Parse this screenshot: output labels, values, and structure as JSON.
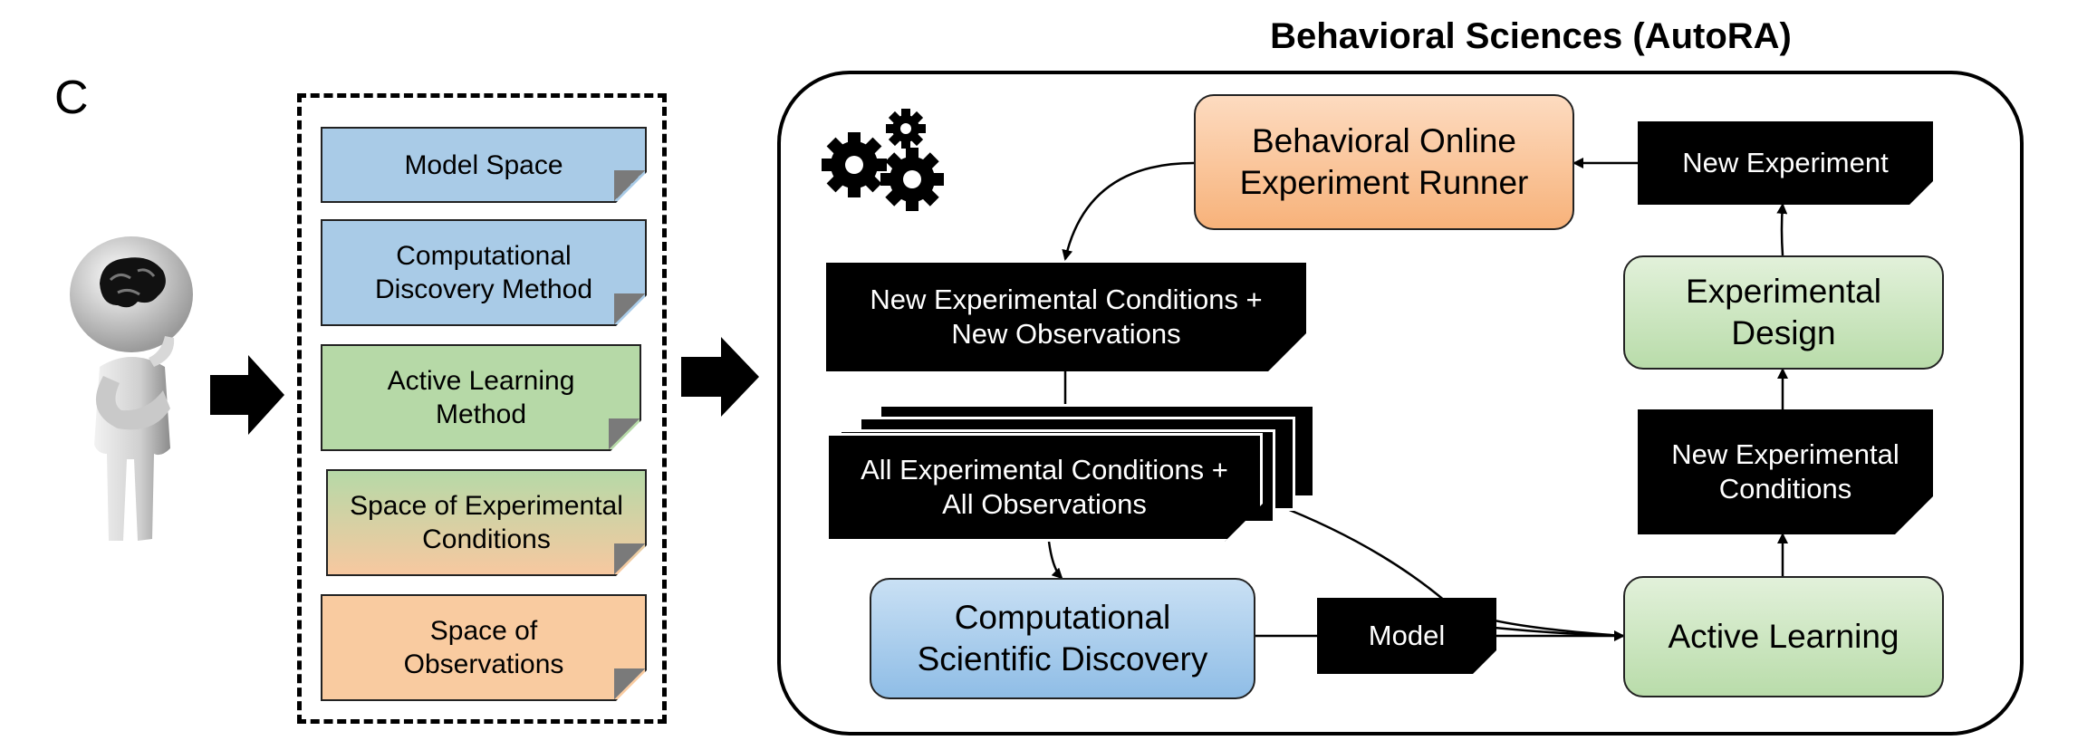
{
  "panel_letter": "C",
  "title": "Behavioral Sciences (AutoRA)",
  "input_notes": [
    {
      "label": "Model Space"
    },
    {
      "label": "Computational\nDiscovery Method"
    },
    {
      "label": "Active Learning\nMethod"
    },
    {
      "label": "Space of Experimental\nConditions"
    },
    {
      "label": "Space of\nObservations"
    }
  ],
  "nodes": {
    "runner": "Behavioral Online\nExperiment Runner",
    "new_experiment": "New Experiment",
    "experimental_design": "Experimental\nDesign",
    "new_conditions_observations": "New Experimental Conditions +\nNew Observations",
    "all_conditions_observations": "All Experimental Conditions +\nAll Observations",
    "new_experimental_conditions": "New Experimental\nConditions",
    "computational_discovery": "Computational\nScientific Discovery",
    "model": "Model",
    "active_learning": "Active Learning"
  },
  "colors": {
    "blue_note": "#a9cbe7",
    "green_note": "#b6d9a7",
    "orange_note": "#f9cba0",
    "orange_box": "#f7b27a",
    "green_box": "#b9dcaa",
    "blue_box": "#8fbde6"
  },
  "icons": [
    "thinking-person-icon",
    "brain-icon",
    "gears-icon"
  ]
}
